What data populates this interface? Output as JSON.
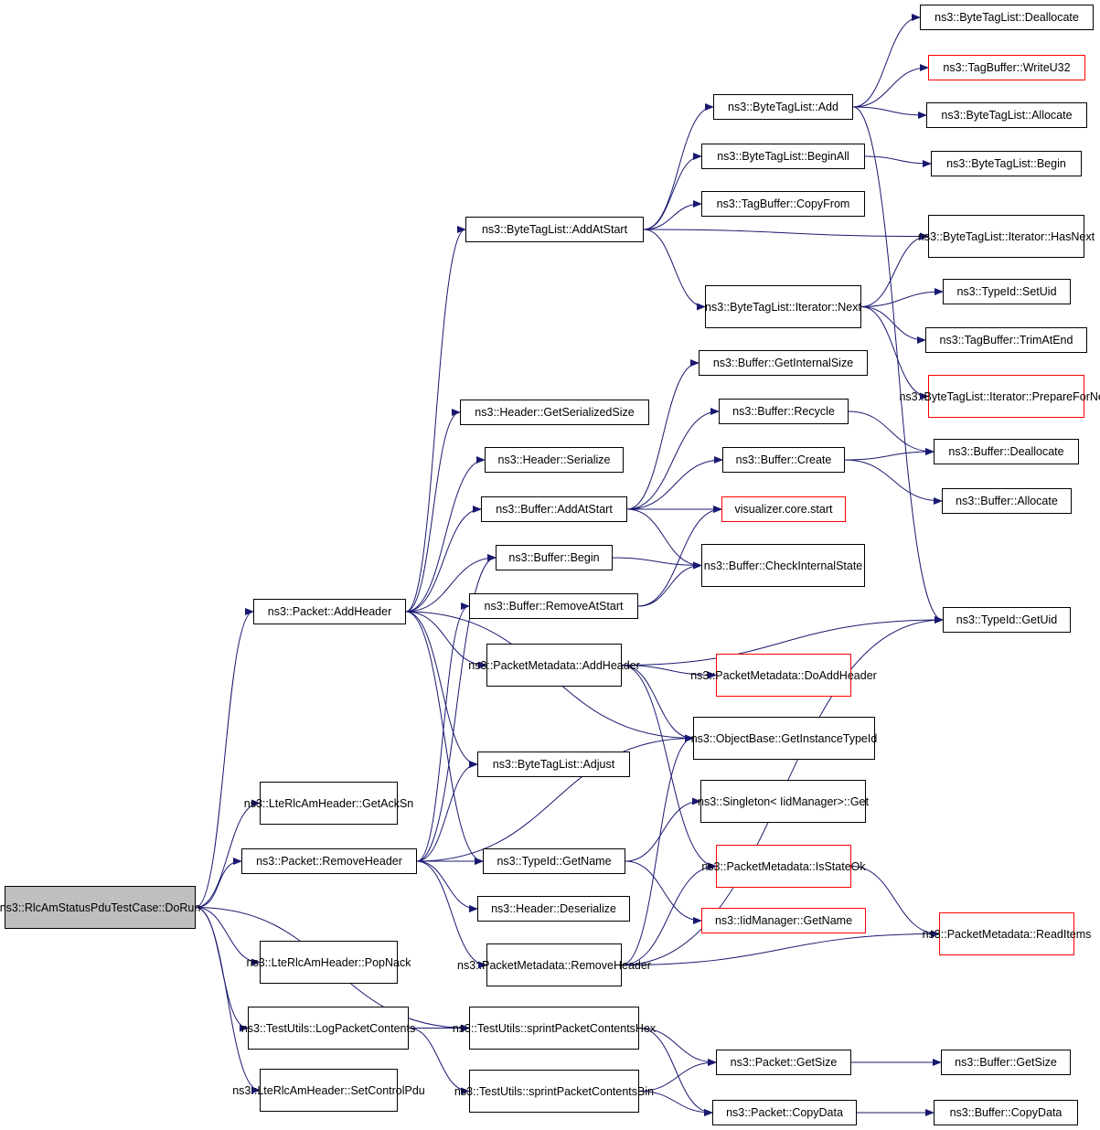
{
  "style": {
    "edge_color": "#191970",
    "node_border": "#000000",
    "external_border": "#ff0000",
    "root_fill": "#bfbfbf"
  },
  "nodes": {
    "root": {
      "lines": [
        "ns3::RlcAmStatusPduTestCase",
        "::DoRun"
      ]
    },
    "packet_addheader": {
      "lines": [
        "ns3::Packet::AddHeader"
      ]
    },
    "packet_removeheader": {
      "lines": [
        "ns3::Packet::RemoveHeader"
      ]
    },
    "lte_getacksn": {
      "lines": [
        "ns3::LteRlcAmHeader",
        "::GetAckSn"
      ]
    },
    "lte_popnack": {
      "lines": [
        "ns3::LteRlcAmHeader",
        "::PopNack"
      ]
    },
    "lte_setcontrolpdu": {
      "lines": [
        "ns3::LteRlcAmHeader",
        "::SetControlPdu"
      ]
    },
    "testutils_logpacket": {
      "lines": [
        "ns3::TestUtils::LogPacket",
        "Contents"
      ]
    },
    "btl_addatstart": {
      "lines": [
        "ns3::ByteTagList::AddAtStart"
      ]
    },
    "header_getserializedsize": {
      "lines": [
        "ns3::Header::GetSerializedSize"
      ]
    },
    "header_serialize": {
      "lines": [
        "ns3::Header::Serialize"
      ]
    },
    "buffer_addatstart": {
      "lines": [
        "ns3::Buffer::AddAtStart"
      ]
    },
    "buffer_begin": {
      "lines": [
        "ns3::Buffer::Begin"
      ]
    },
    "buffer_removeatstart": {
      "lines": [
        "ns3::Buffer::RemoveAtStart"
      ]
    },
    "pm_addheader": {
      "lines": [
        "ns3::PacketMetadata",
        "::AddHeader"
      ]
    },
    "btl_adjust": {
      "lines": [
        "ns3::ByteTagList::Adjust"
      ]
    },
    "typeid_getname": {
      "lines": [
        "ns3::TypeId::GetName"
      ]
    },
    "header_deserialize": {
      "lines": [
        "ns3::Header::Deserialize"
      ]
    },
    "pm_removeheader": {
      "lines": [
        "ns3::PacketMetadata",
        "::RemoveHeader"
      ]
    },
    "tu_sprinthex": {
      "lines": [
        "ns3::TestUtils::sprintPacket",
        "ContentsHex"
      ]
    },
    "tu_sprintbin": {
      "lines": [
        "ns3::TestUtils::sprintPacket",
        "ContentsBin"
      ]
    },
    "btl_add": {
      "lines": [
        "ns3::ByteTagList::Add"
      ]
    },
    "btl_beginall": {
      "lines": [
        "ns3::ByteTagList::BeginAll"
      ]
    },
    "tagbuffer_copyfrom": {
      "lines": [
        "ns3::TagBuffer::CopyFrom"
      ]
    },
    "btl_iter_next": {
      "lines": [
        "ns3::ByteTagList::Iterator",
        "::Next"
      ]
    },
    "buffer_getinternalsize": {
      "lines": [
        "ns3::Buffer::GetInternalSize"
      ]
    },
    "buffer_recycle": {
      "lines": [
        "ns3::Buffer::Recycle"
      ]
    },
    "buffer_create": {
      "lines": [
        "ns3::Buffer::Create"
      ]
    },
    "visualizer_start": {
      "lines": [
        "visualizer.core.start"
      ]
    },
    "buffer_checkinternalstate": {
      "lines": [
        "ns3::Buffer::CheckInternal",
        "State"
      ]
    },
    "pm_doaddheader": {
      "lines": [
        "ns3::PacketMetadata",
        "::DoAddHeader"
      ]
    },
    "objectbase_getinstancetypeid": {
      "lines": [
        "ns3::ObjectBase::GetInstance",
        "TypeId"
      ]
    },
    "singleton_get": {
      "lines": [
        "ns3::Singleton< IidManager",
        ">::Get"
      ]
    },
    "pm_isstateok": {
      "lines": [
        "ns3::PacketMetadata",
        "::IsStateOk"
      ]
    },
    "iidmanager_getname": {
      "lines": [
        "ns3::IidManager::GetName"
      ]
    },
    "packet_getsize": {
      "lines": [
        "ns3::Packet::GetSize"
      ]
    },
    "packet_copydata": {
      "lines": [
        "ns3::Packet::CopyData"
      ]
    },
    "btl_deallocate": {
      "lines": [
        "ns3::ByteTagList::Deallocate"
      ]
    },
    "tagbuffer_writeu32": {
      "lines": [
        "ns3::TagBuffer::WriteU32"
      ]
    },
    "btl_allocate": {
      "lines": [
        "ns3::ByteTagList::Allocate"
      ]
    },
    "btl_begin": {
      "lines": [
        "ns3::ByteTagList::Begin"
      ]
    },
    "btl_iter_hasnext": {
      "lines": [
        "ns3::ByteTagList::Iterator",
        "::HasNext"
      ]
    },
    "typeid_setuid": {
      "lines": [
        "ns3::TypeId::SetUid"
      ]
    },
    "tagbuffer_trimatend": {
      "lines": [
        "ns3::TagBuffer::TrimAtEnd"
      ]
    },
    "btl_iter_preparefornext": {
      "lines": [
        "ns3::ByteTagList::Iterator",
        "::PrepareForNext"
      ]
    },
    "buffer_deallocate": {
      "lines": [
        "ns3::Buffer::Deallocate"
      ]
    },
    "buffer_allocate": {
      "lines": [
        "ns3::Buffer::Allocate"
      ]
    },
    "typeid_getuid": {
      "lines": [
        "ns3::TypeId::GetUid"
      ]
    },
    "pm_readitems": {
      "lines": [
        "ns3::PacketMetadata",
        "::ReadItems"
      ]
    },
    "buffer_getsize": {
      "lines": [
        "ns3::Buffer::GetSize"
      ]
    },
    "buffer_copydata": {
      "lines": [
        "ns3::Buffer::CopyData"
      ]
    }
  },
  "edges": [
    [
      "root",
      "packet_addheader"
    ],
    [
      "root",
      "lte_getacksn"
    ],
    [
      "root",
      "packet_removeheader"
    ],
    [
      "root",
      "lte_popnack"
    ],
    [
      "root",
      "testutils_logpacket"
    ],
    [
      "root",
      "tu_sprinthex"
    ],
    [
      "root",
      "lte_setcontrolpdu"
    ],
    [
      "packet_addheader",
      "btl_addatstart"
    ],
    [
      "packet_addheader",
      "header_getserializedsize"
    ],
    [
      "packet_addheader",
      "header_serialize"
    ],
    [
      "packet_addheader",
      "buffer_addatstart"
    ],
    [
      "packet_addheader",
      "buffer_begin"
    ],
    [
      "packet_addheader",
      "pm_addheader"
    ],
    [
      "packet_addheader",
      "objectbase_getinstancetypeid"
    ],
    [
      "packet_addheader",
      "btl_adjust"
    ],
    [
      "packet_addheader",
      "typeid_getname"
    ],
    [
      "packet_removeheader",
      "buffer_begin"
    ],
    [
      "packet_removeheader",
      "buffer_removeatstart"
    ],
    [
      "packet_removeheader",
      "btl_adjust"
    ],
    [
      "packet_removeheader",
      "objectbase_getinstancetypeid"
    ],
    [
      "packet_removeheader",
      "typeid_getname"
    ],
    [
      "packet_removeheader",
      "header_deserialize"
    ],
    [
      "packet_removeheader",
      "pm_removeheader"
    ],
    [
      "testutils_logpacket",
      "tu_sprinthex"
    ],
    [
      "testutils_logpacket",
      "tu_sprintbin"
    ],
    [
      "btl_addatstart",
      "btl_add"
    ],
    [
      "btl_addatstart",
      "btl_beginall"
    ],
    [
      "btl_addatstart",
      "tagbuffer_copyfrom"
    ],
    [
      "btl_addatstart",
      "btl_iter_hasnext"
    ],
    [
      "btl_addatstart",
      "btl_iter_next"
    ],
    [
      "btl_add",
      "btl_deallocate"
    ],
    [
      "btl_add",
      "tagbuffer_writeu32"
    ],
    [
      "btl_add",
      "btl_allocate"
    ],
    [
      "btl_add",
      "typeid_getuid"
    ],
    [
      "btl_beginall",
      "btl_begin"
    ],
    [
      "btl_iter_next",
      "btl_iter_hasnext"
    ],
    [
      "btl_iter_next",
      "typeid_setuid"
    ],
    [
      "btl_iter_next",
      "tagbuffer_trimatend"
    ],
    [
      "btl_iter_next",
      "btl_iter_preparefornext"
    ],
    [
      "buffer_addatstart",
      "buffer_getinternalsize"
    ],
    [
      "buffer_addatstart",
      "buffer_recycle"
    ],
    [
      "buffer_addatstart",
      "buffer_create"
    ],
    [
      "buffer_addatstart",
      "visualizer_start"
    ],
    [
      "buffer_addatstart",
      "buffer_checkinternalstate"
    ],
    [
      "buffer_recycle",
      "buffer_deallocate"
    ],
    [
      "buffer_create",
      "buffer_deallocate"
    ],
    [
      "buffer_create",
      "buffer_allocate"
    ],
    [
      "buffer_begin",
      "buffer_checkinternalstate"
    ],
    [
      "buffer_removeatstart",
      "visualizer_start"
    ],
    [
      "buffer_removeatstart",
      "buffer_checkinternalstate"
    ],
    [
      "pm_addheader",
      "typeid_getuid"
    ],
    [
      "pm_addheader",
      "pm_doaddheader"
    ],
    [
      "pm_addheader",
      "objectbase_getinstancetypeid"
    ],
    [
      "pm_addheader",
      "pm_isstateok"
    ],
    [
      "typeid_getname",
      "singleton_get"
    ],
    [
      "typeid_getname",
      "iidmanager_getname"
    ],
    [
      "pm_removeheader",
      "objectbase_getinstancetypeid"
    ],
    [
      "pm_removeheader",
      "pm_isstateok"
    ],
    [
      "pm_removeheader",
      "typeid_getuid"
    ],
    [
      "pm_removeheader",
      "pm_readitems"
    ],
    [
      "pm_isstateok",
      "pm_readitems"
    ],
    [
      "tu_sprinthex",
      "packet_getsize"
    ],
    [
      "tu_sprinthex",
      "packet_copydata"
    ],
    [
      "tu_sprintbin",
      "packet_getsize"
    ],
    [
      "tu_sprintbin",
      "packet_copydata"
    ],
    [
      "packet_getsize",
      "buffer_getsize"
    ],
    [
      "packet_copydata",
      "buffer_copydata"
    ]
  ]
}
